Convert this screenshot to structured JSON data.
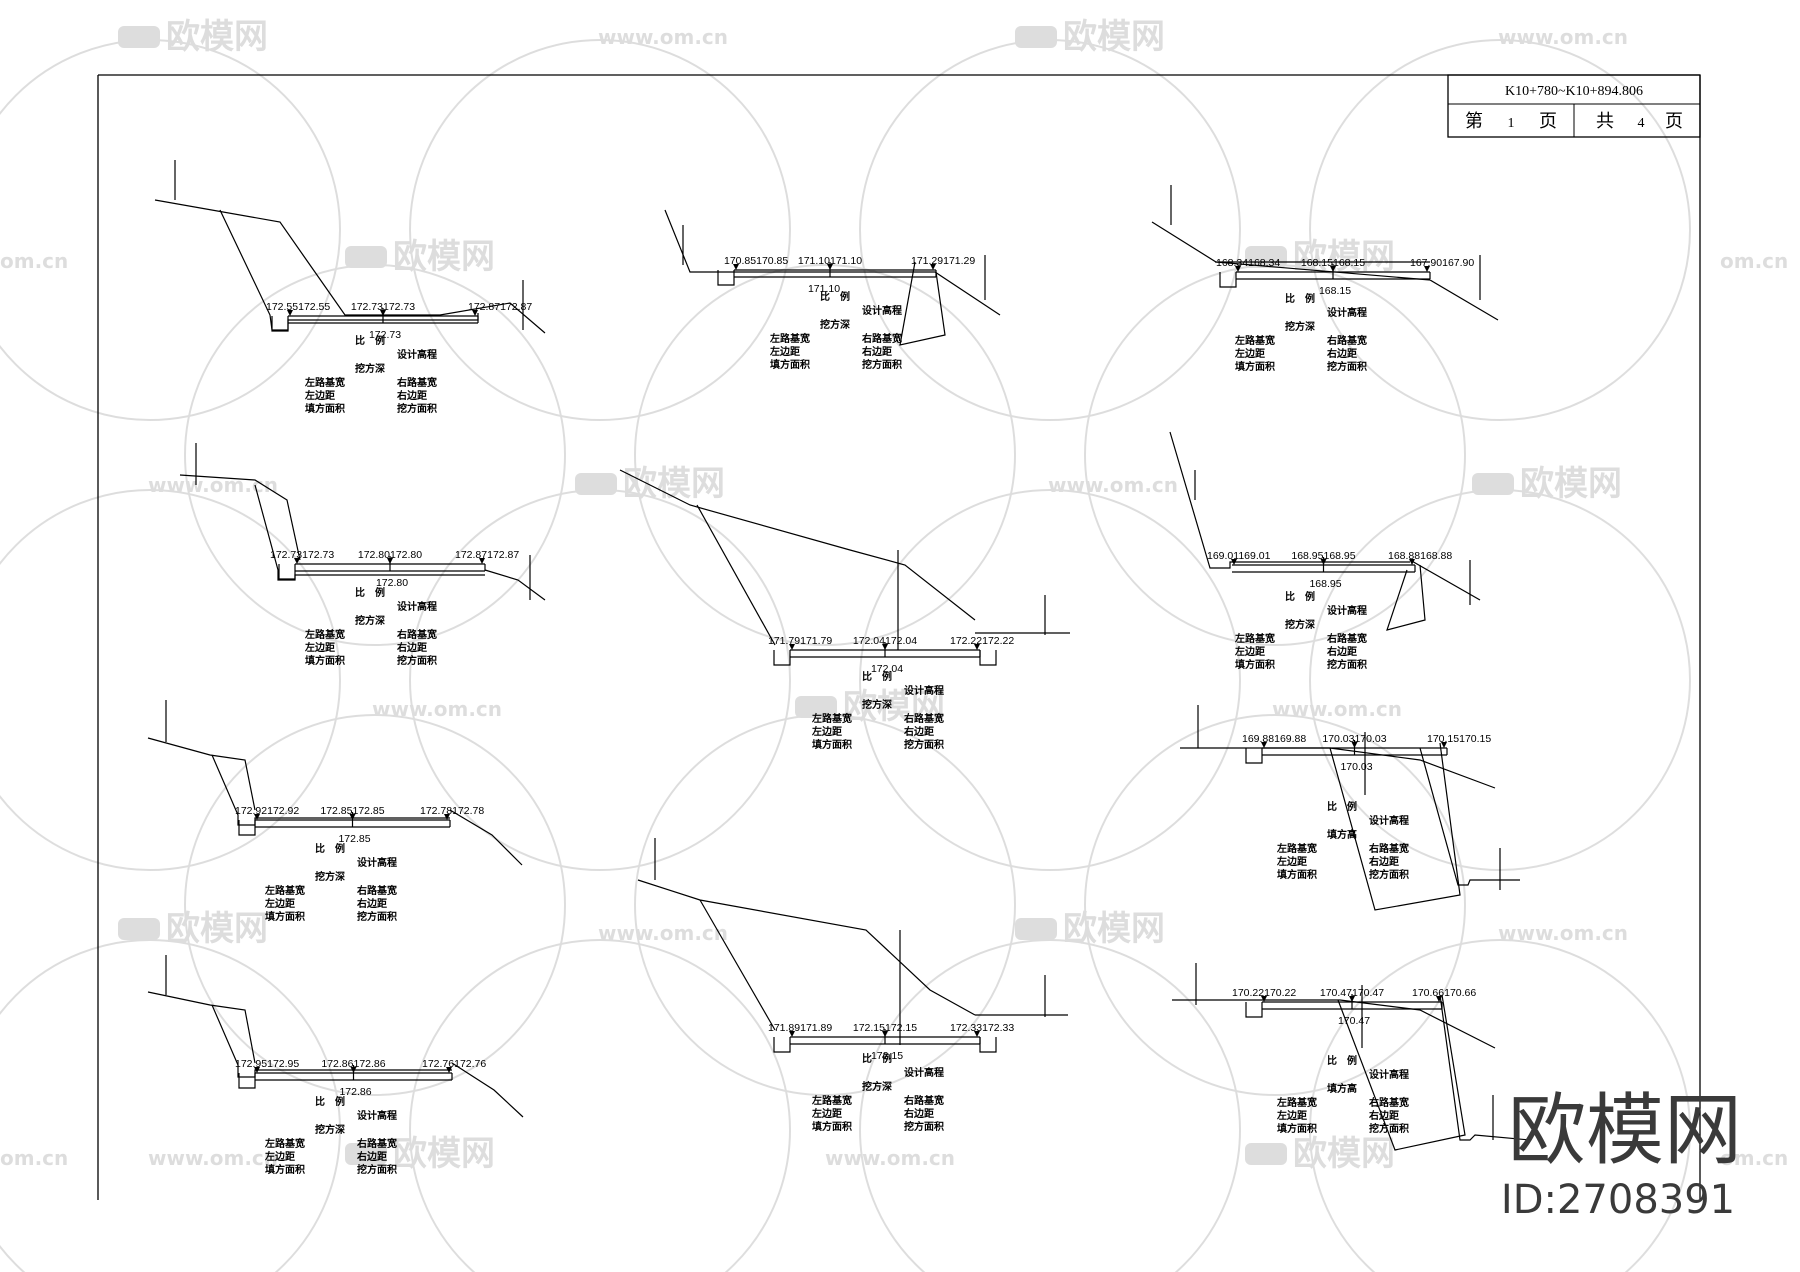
{
  "title_block": {
    "range": "K10+780~K10+894.806",
    "page_prefix": "第",
    "page_no": "1",
    "page_suffix": "页",
    "total_prefix": "共",
    "total_no": "4",
    "total_suffix": "页"
  },
  "watermark": {
    "brand": "欧模网",
    "site": "www.om.cn",
    "site_short": "om.cn",
    "id": "ID:2708391"
  },
  "labels": {
    "scale": "比　例",
    "design_elev": "设计高程",
    "cut_depth": "挖方深",
    "fill_height": "填方高",
    "left_width": "左路基宽",
    "right_width": "右路基宽",
    "left_offset": "左边距",
    "right_offset": "右边距",
    "fill_area": "填方面积",
    "cut_area": "挖方面积"
  },
  "sections": [
    {
      "left": "172.55172.55",
      "mid": "172.73172.73",
      "right": "172.87172.87",
      "center": "172.73",
      "depth_key": "cut_depth"
    },
    {
      "left": "170.85170.85",
      "mid": "171.10171.10",
      "right": "171.29171.29",
      "center": "171.10",
      "depth_key": "cut_depth"
    },
    {
      "left": "168.34168.34",
      "mid": "168.15168.15",
      "right": "167.90167.90",
      "center": "168.15",
      "depth_key": "cut_depth"
    },
    {
      "left": "172.73172.73",
      "mid": "172.80172.80",
      "right": "172.87172.87",
      "center": "172.80",
      "depth_key": "cut_depth"
    },
    {
      "left": "171.79171.79",
      "mid": "172.04172.04",
      "right": "172.22172.22",
      "center": "172.04",
      "depth_key": "cut_depth"
    },
    {
      "left": "169.01169.01",
      "mid": "168.95168.95",
      "right": "168.88168.88",
      "center": "168.95",
      "depth_key": "cut_depth"
    },
    {
      "left": "172.92172.92",
      "mid": "172.85172.85",
      "right": "172.78172.78",
      "center": "172.85",
      "depth_key": "cut_depth"
    },
    {
      "left": "169.88169.88",
      "mid": "170.03170.03",
      "right": "170.15170.15",
      "center": "170.03",
      "depth_key": "fill_height"
    },
    {
      "left": "172.95172.95",
      "mid": "172.86172.86",
      "right": "172.76172.76",
      "center": "172.86",
      "depth_key": "cut_depth"
    },
    {
      "left": "171.89171.89",
      "mid": "172.15172.15",
      "right": "172.33172.33",
      "center": "172.15",
      "depth_key": "cut_depth"
    },
    {
      "left": "170.22170.22",
      "mid": "170.47170.47",
      "right": "170.66170.66",
      "center": "170.47",
      "depth_key": "fill_height"
    }
  ]
}
